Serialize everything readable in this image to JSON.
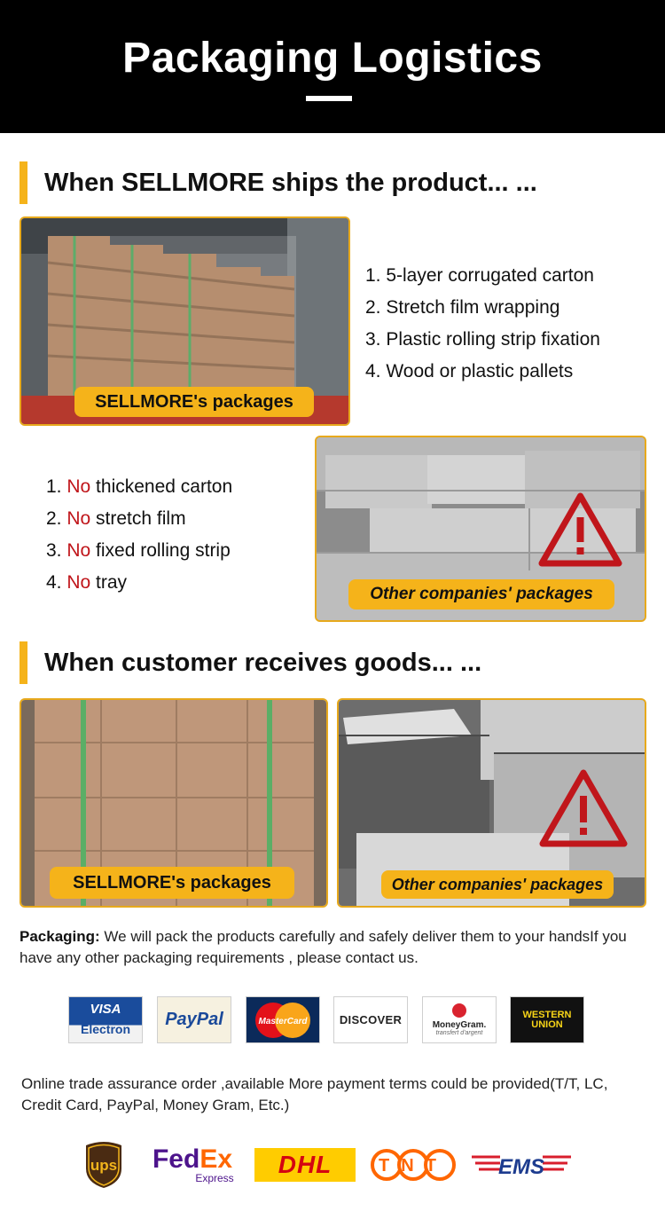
{
  "header": {
    "title": "Packaging Logistics"
  },
  "section1": {
    "title": "When SELLMORE ships the product... ..."
  },
  "sellmore_list": [
    "1. 5-layer corrugated carton",
    "2. Stretch film wrapping",
    "3. Plastic rolling strip fixation",
    "4. Wood or plastic pallets"
  ],
  "sellmore_tag": "SELLMORE's packages",
  "other_list": [
    {
      "num": "1.",
      "no": "No",
      "rest": " thickened carton"
    },
    {
      "num": "2.",
      "no": "No",
      "rest": " stretch film"
    },
    {
      "num": "3.",
      "no": "No",
      "rest": " fixed rolling strip"
    },
    {
      "num": "4.",
      "no": "No",
      "rest": " tray"
    }
  ],
  "other_tag": "Other companies' packages",
  "section2": {
    "title": "When customer receives goods... ..."
  },
  "received": {
    "sellmore_tag": "SELLMORE's packages",
    "other_tag": "Other companies' packages"
  },
  "packaging_note": {
    "label": "Packaging:",
    "text": " We will pack the products carefully and safely deliver them to your handsIf you have any other packaging requirements , please contact us."
  },
  "payment_logos": [
    {
      "line1": "VISA",
      "line2": "Electron"
    },
    {
      "text": "PayPal"
    },
    {
      "text": "MasterCard"
    },
    {
      "text": "DISCOVER"
    },
    {
      "text": "MoneyGram.",
      "sub": "transfert d'argent"
    },
    {
      "line1": "WESTERN",
      "line2": "UNION"
    }
  ],
  "terms": "Online trade assurance order ,available More payment terms could be provided(T/T, LC, Credit Card, PayPal, Money Gram, Etc.)",
  "shipping_logos": {
    "ups": "ups",
    "fedex_fed": "Fed",
    "fedex_ex": "Ex",
    "fedex_sub": "Express",
    "dhl": "DHL",
    "tnt": "TNT",
    "ems": "EMS"
  },
  "colors": {
    "accent": "#f5b31a",
    "warning_red": "#c0161b",
    "header_bg": "#000000"
  }
}
